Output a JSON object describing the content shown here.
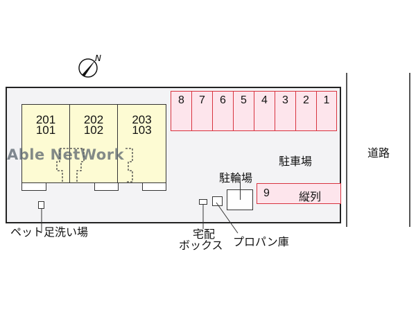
{
  "compass": {
    "label": "N",
    "icon": "north-arrow-icon"
  },
  "building": {
    "units": [
      {
        "upper": "201",
        "lower": "101"
      },
      {
        "upper": "202",
        "lower": "102"
      },
      {
        "upper": "203",
        "lower": "103"
      }
    ]
  },
  "parking": {
    "spaces": [
      "8",
      "7",
      "6",
      "5",
      "4",
      "3",
      "2",
      "1"
    ],
    "label": "駐車場",
    "extra": {
      "number": "9",
      "note": "縦列"
    }
  },
  "labels": {
    "bicycle_parking": "駐輪場",
    "delivery_box_line1": "宅配",
    "delivery_box_line2": "ボックス",
    "propane": "プロパン庫",
    "pet_wash": "ペット足洗い場",
    "road": "道路"
  },
  "watermark": "Able NetWork",
  "colors": {
    "building_fill": "#fdfbd3",
    "parking_fill": "#fde5ec",
    "parking_border": "#d8323e",
    "site_fill": "#f3f3f5"
  }
}
